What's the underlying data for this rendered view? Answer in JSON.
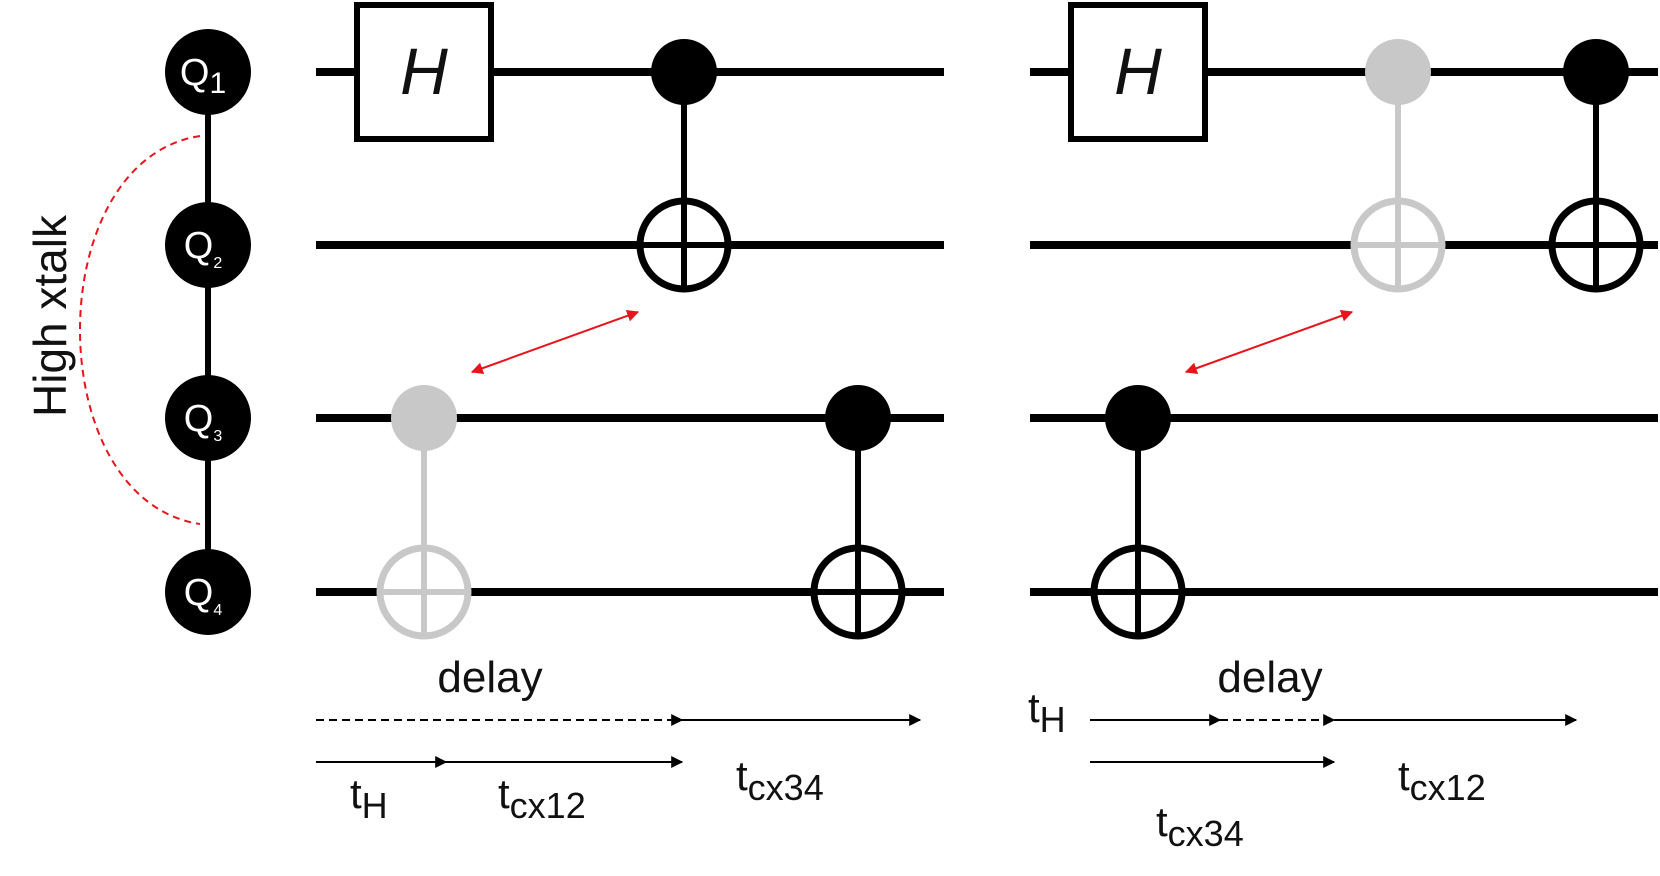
{
  "qubits": [
    {
      "letter": "Q",
      "index": "1"
    },
    {
      "letter": "Q",
      "index": "2"
    },
    {
      "letter": "Q",
      "index": "3"
    },
    {
      "letter": "Q",
      "index": "4"
    }
  ],
  "xtalk_label": "High xtalk",
  "gate_h": "H",
  "colors": {
    "active": "#000000",
    "delayed": "#c8c8c8",
    "crosstalk": "#e8141c",
    "background": "#ffffff"
  },
  "left_panel": {
    "delay_label": "delay",
    "timeline": {
      "t_h": {
        "base": "t",
        "sub": "H"
      },
      "t_cx12": {
        "base": "t",
        "sub": "cx12"
      },
      "t_cx34": {
        "base": "t",
        "sub": "cx34"
      }
    }
  },
  "right_panel": {
    "delay_label": "delay",
    "timeline": {
      "t_h": {
        "base": "t",
        "sub": "H"
      },
      "t_cx34": {
        "base": "t",
        "sub": "cx34"
      },
      "t_cx12": {
        "base": "t",
        "sub": "cx12"
      }
    }
  }
}
